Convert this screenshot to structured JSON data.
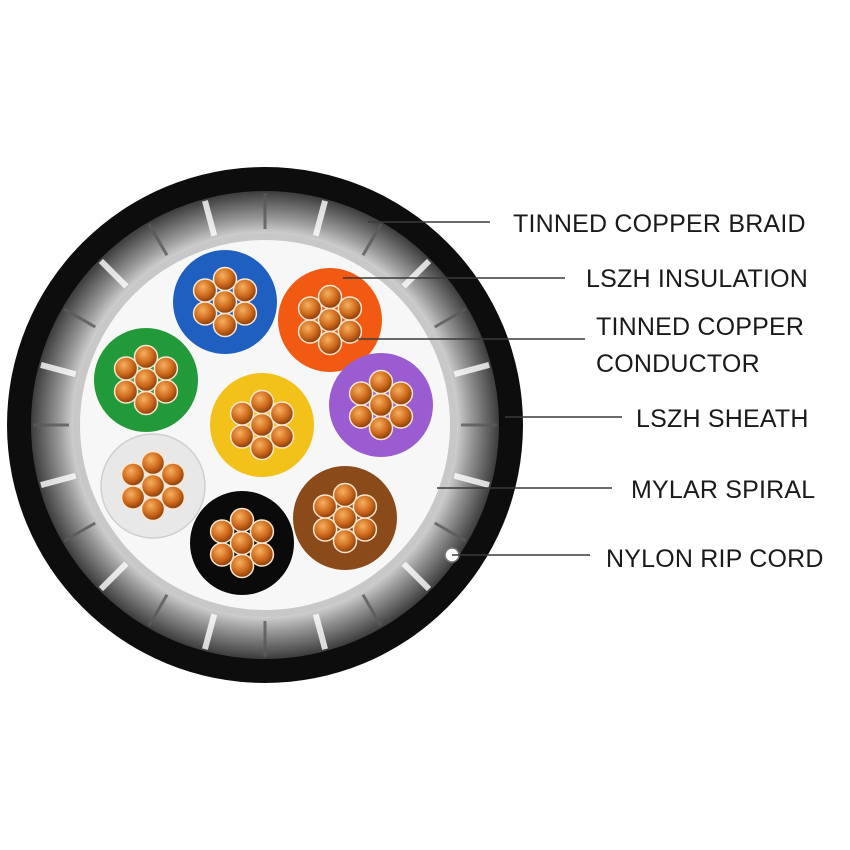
{
  "labels": {
    "braid": "TINNED COPPER BRAID",
    "insulation": "LSZH INSULATION",
    "conductor_line1": "TINNED COPPER",
    "conductor_line2": "CONDUCTOR",
    "sheath": "LSZH SHEATH",
    "mylar": "MYLAR SPIRAL",
    "ripcord": "NYLON RIP CORD"
  },
  "colors": {
    "outer_sheath": "#0d0d0d",
    "braid_dark": "#4a4a4a",
    "braid_light": "#d9d9d9",
    "mylar": "#c8c8c8",
    "core_fill": "#f7f7f7",
    "copper": "#c8641a",
    "copper_highlight": "#f0a050",
    "strand_edge": "#fbe6cf"
  },
  "cores": [
    {
      "name": "blue-core",
      "color": "#1f5fbf"
    },
    {
      "name": "orange-core",
      "color": "#f25a14"
    },
    {
      "name": "green-core",
      "color": "#239a3a"
    },
    {
      "name": "yellow-core",
      "color": "#f2c21a"
    },
    {
      "name": "purple-core",
      "color": "#9a5cd0"
    },
    {
      "name": "white-core",
      "color": "#e8e8e8"
    },
    {
      "name": "brown-core",
      "color": "#8a4a1a"
    },
    {
      "name": "black-core",
      "color": "#0a0a0a"
    }
  ]
}
